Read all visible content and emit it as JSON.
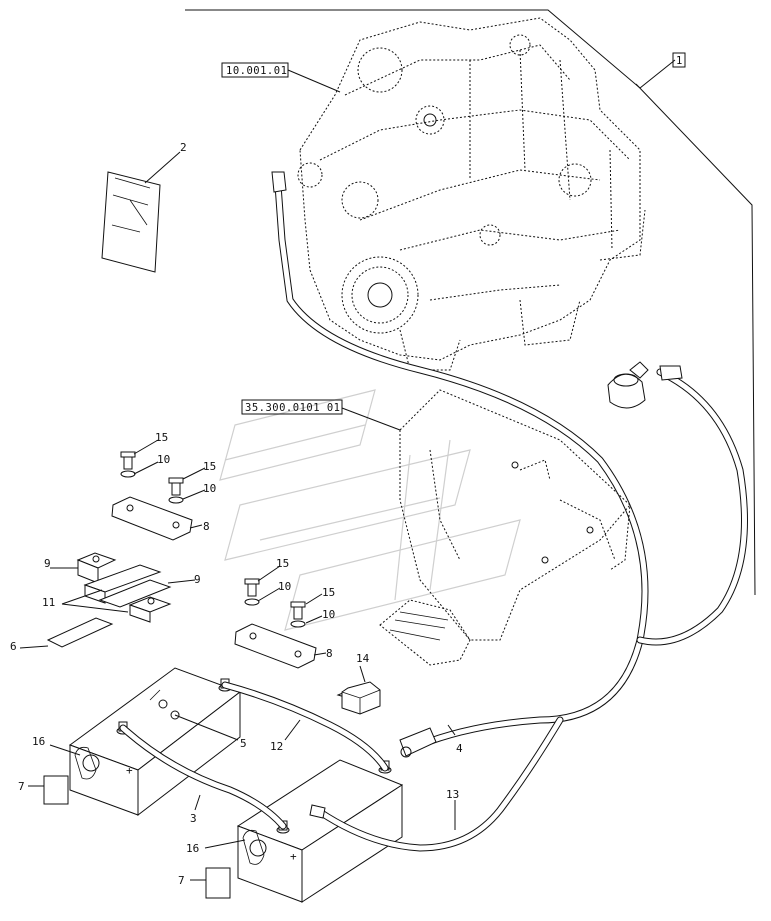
{
  "refs": {
    "engine": "10.001.01",
    "bracket": "35.300.0101 01",
    "assembly": "1"
  },
  "callouts": {
    "c2": "2",
    "c15a": "15",
    "c10a": "10",
    "c15b": "15",
    "c10b": "10",
    "c8a": "8",
    "c9a": "9",
    "c9b": "9",
    "c11": "11",
    "c6": "6",
    "c15c": "15",
    "c10c": "10",
    "c15d": "15",
    "c10d": "10",
    "c8b": "8",
    "c14": "14",
    "c5": "5",
    "c12": "12",
    "c4": "4",
    "c16a": "16",
    "c7a": "7",
    "c3": "3",
    "c13": "13",
    "c16b": "16",
    "c7b": "7"
  },
  "battery": {
    "plus_a": "+",
    "plus_b": "+"
  }
}
